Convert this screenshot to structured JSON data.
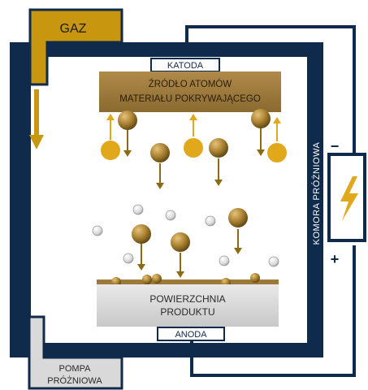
{
  "labels": {
    "gas": "GAZ",
    "cathode": "KATODA",
    "source_line1": "ŹRÓDŁO ATOMÓW",
    "source_line2": "MATERIAŁU POKRYWAJĄCEGO",
    "chamber": "KOMORA PRÓŻNIOWA",
    "minus": "−",
    "plus": "+",
    "surface_line1": "POWIERZCHNIA",
    "surface_line2": "PRODUKTU",
    "anode": "ANODA",
    "pump_line1": "POMPA",
    "pump_line2": "PRÓŻNIOWA"
  },
  "icons": {
    "power_supply": "lightning-bolt-icon",
    "flow": "arrow-icon"
  },
  "colors": {
    "chamber": "#0f2a4a",
    "gold": "#c8960f",
    "bronze": "#9b7a3c",
    "gray_box": "#d9d9d9",
    "arrow_down": "#8b6a10",
    "arrow_up": "#e0a81a"
  }
}
